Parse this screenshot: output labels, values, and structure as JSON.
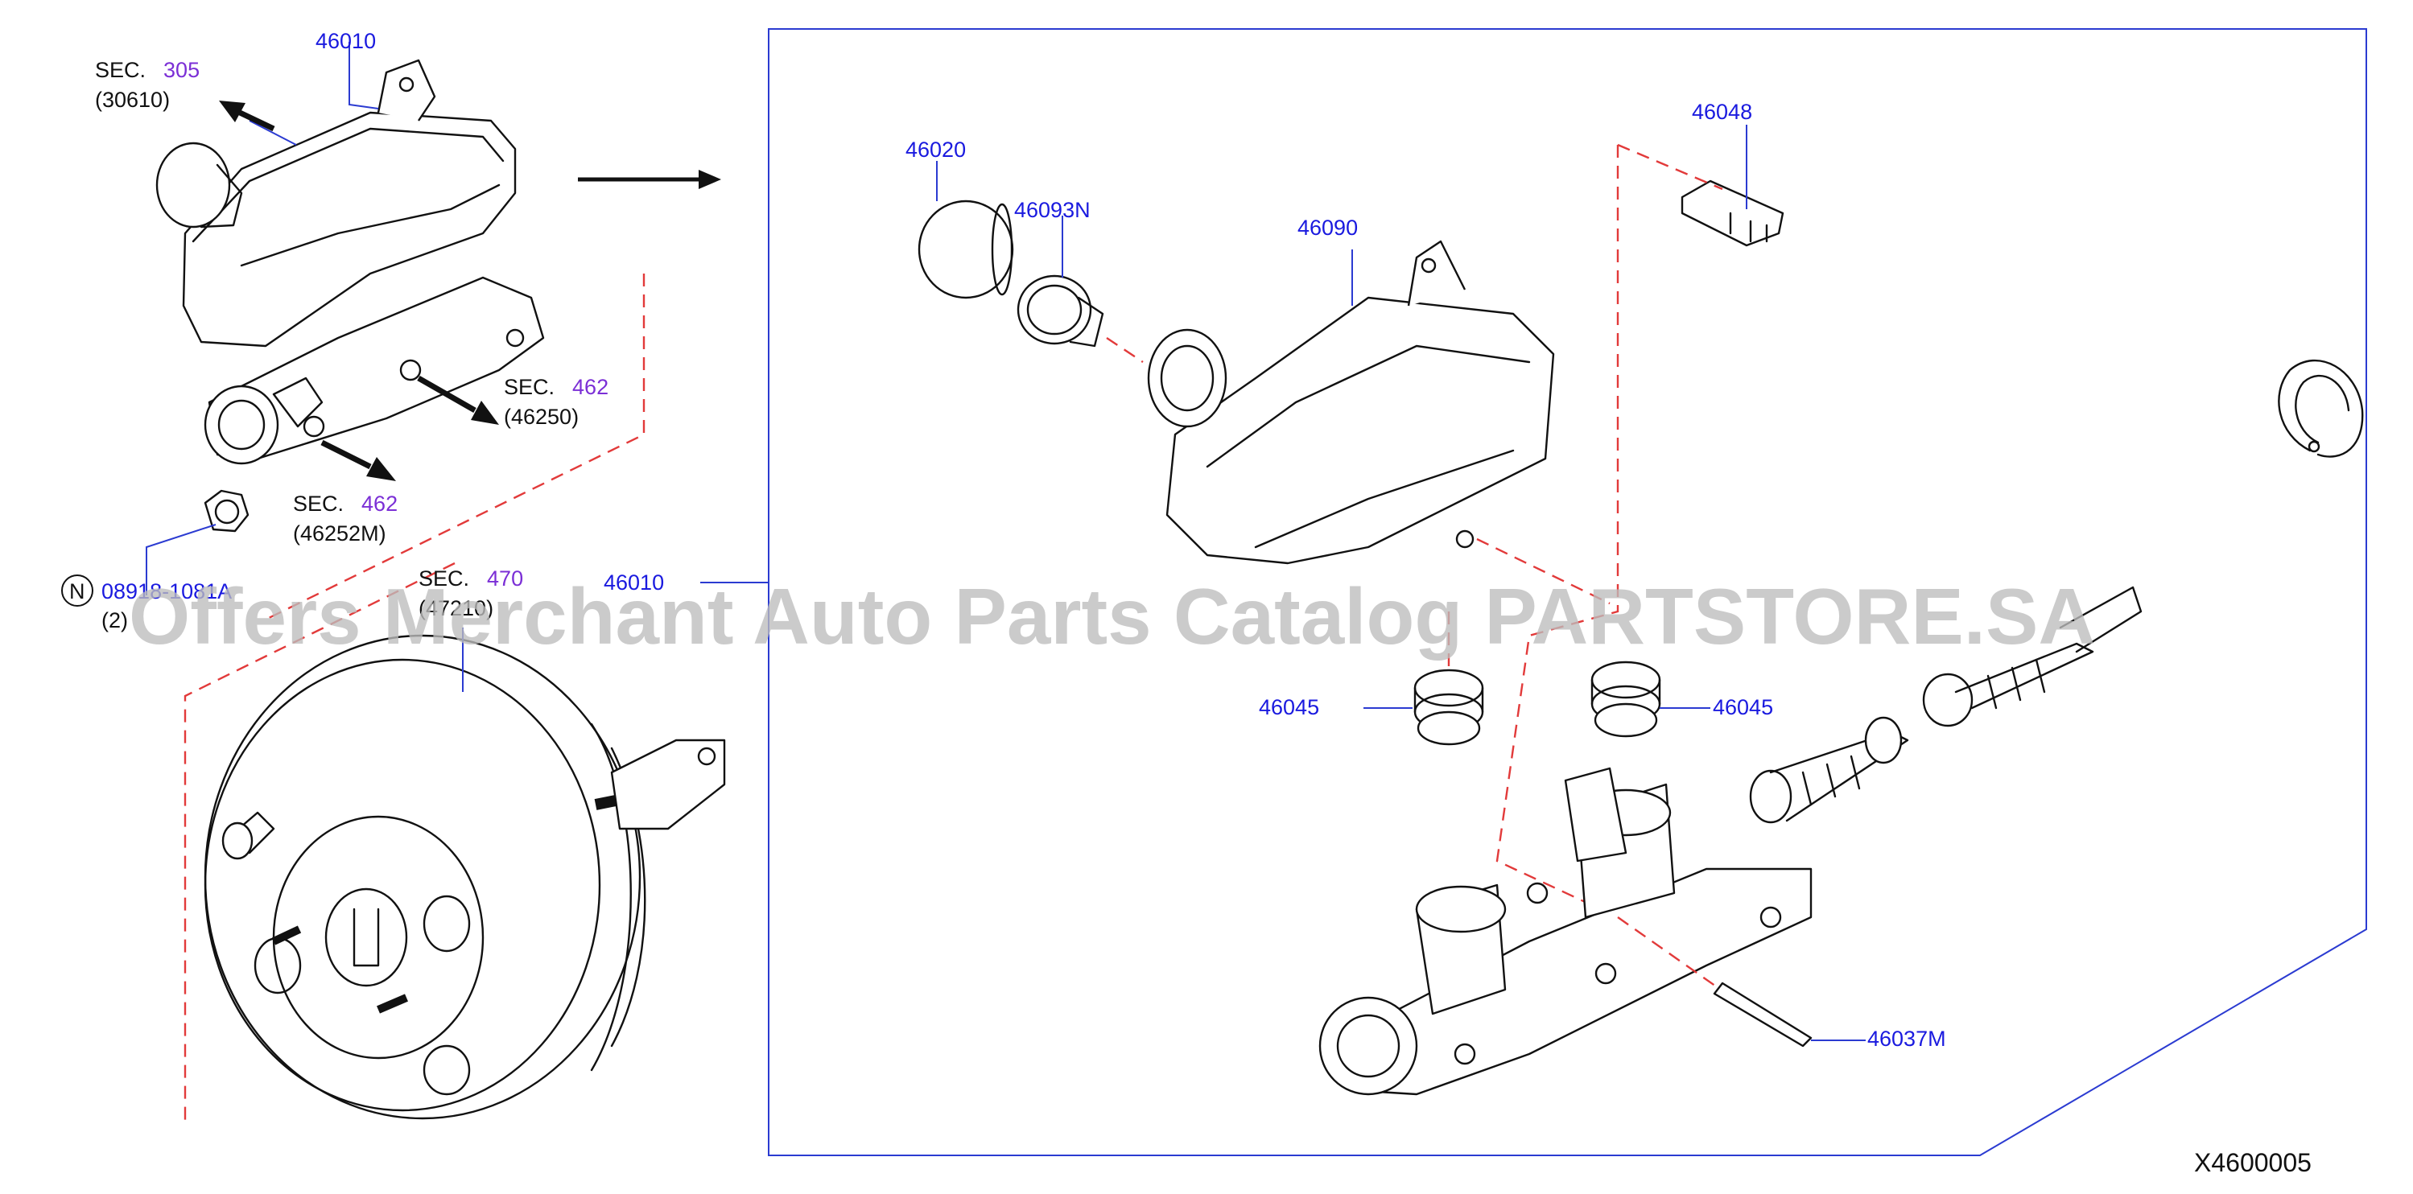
{
  "watermark": "Offers Merchant Auto Parts Catalog PARTSTORE.SA",
  "diagram_code": "X4600005",
  "parts": {
    "p46010": "46010",
    "p46020": "46020",
    "p46093n": "46093N",
    "p46090": "46090",
    "p46048": "46048",
    "p46045_left": "46045",
    "p46045_right": "46045",
    "p46037m": "46037M",
    "p46010_boost": "46010"
  },
  "section_refs": [
    {
      "prefix": "SEC.",
      "number": "305",
      "sub": "(30610)"
    },
    {
      "prefix": "SEC.",
      "number": "462",
      "sub": "(46250)"
    },
    {
      "prefix": "SEC.",
      "number": "462",
      "sub": "(46252M)"
    },
    {
      "prefix": "SEC.",
      "number": "470",
      "sub": "(47210)"
    }
  ],
  "nut_note": {
    "badge": "N",
    "part": "08918-1081A",
    "qty": "(2)"
  },
  "colors": {
    "part_number": "#1a1adf",
    "section_number": "#7b2fd6",
    "dashed_guide": "#e23a3a",
    "leader": "#2b3bd1"
  }
}
